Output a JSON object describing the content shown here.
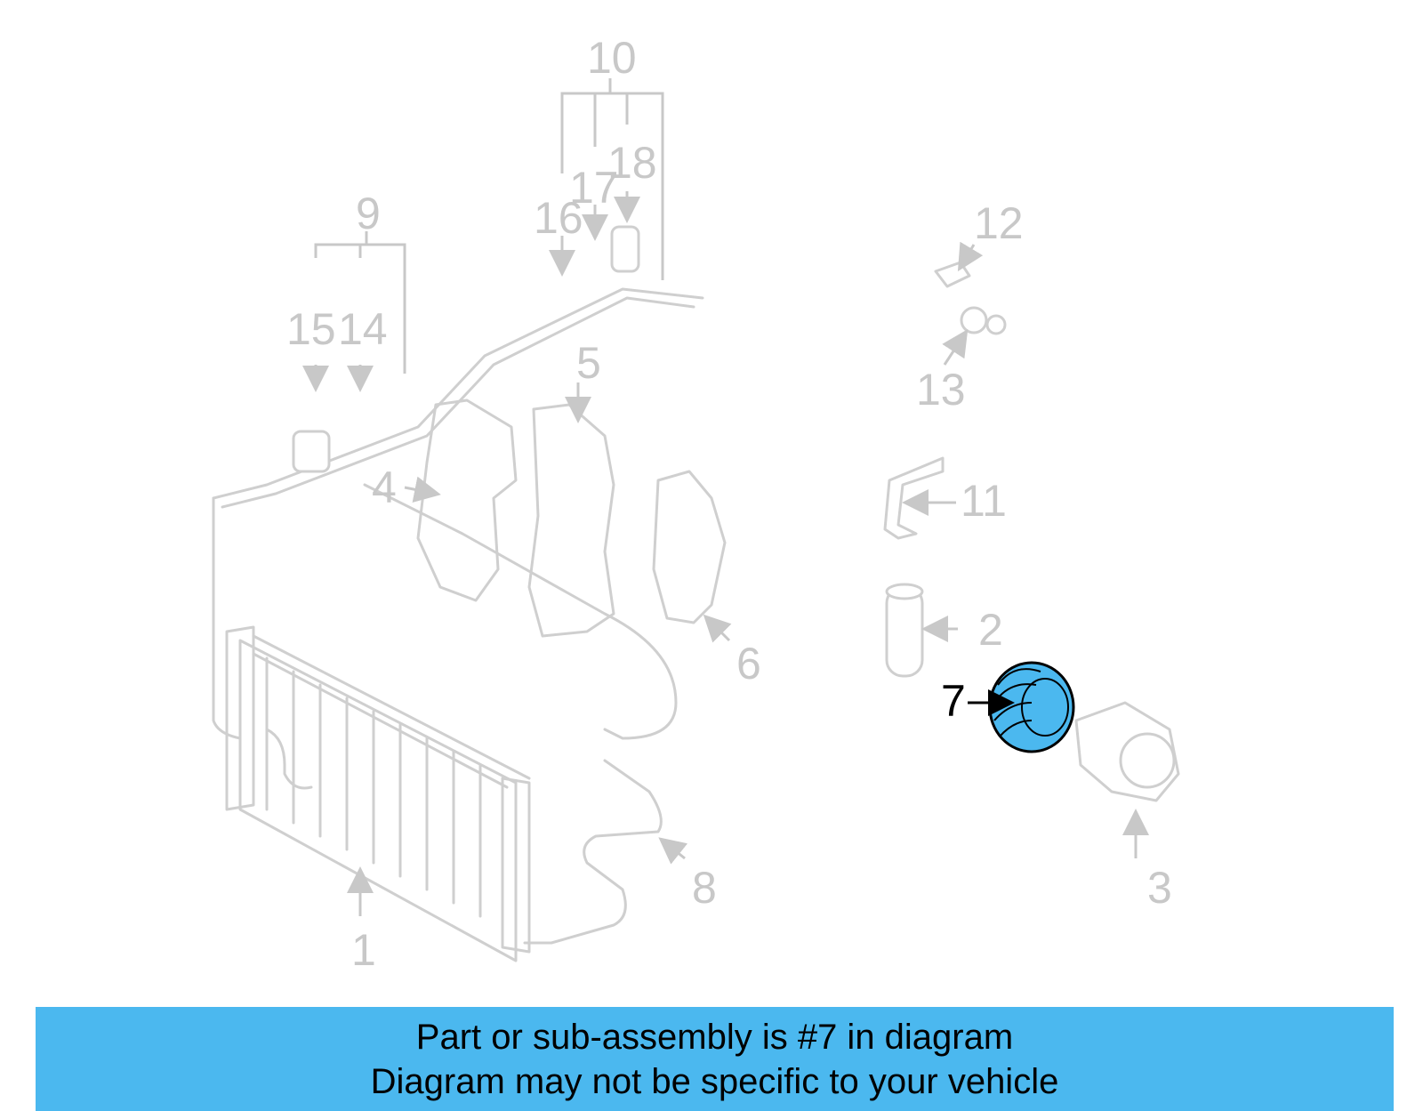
{
  "diagram": {
    "highlight_color": "#4bb8ef",
    "labels": [
      "1",
      "2",
      "3",
      "4",
      "5",
      "6",
      "7",
      "8",
      "9",
      "10",
      "11",
      "12",
      "13",
      "14",
      "15",
      "16",
      "17",
      "18"
    ],
    "highlighted_part": "7"
  },
  "banner": {
    "line1": "Part or sub-assembly is #7 in diagram",
    "line2": "Diagram may not be specific to your vehicle",
    "color": "#4bb8ef"
  }
}
